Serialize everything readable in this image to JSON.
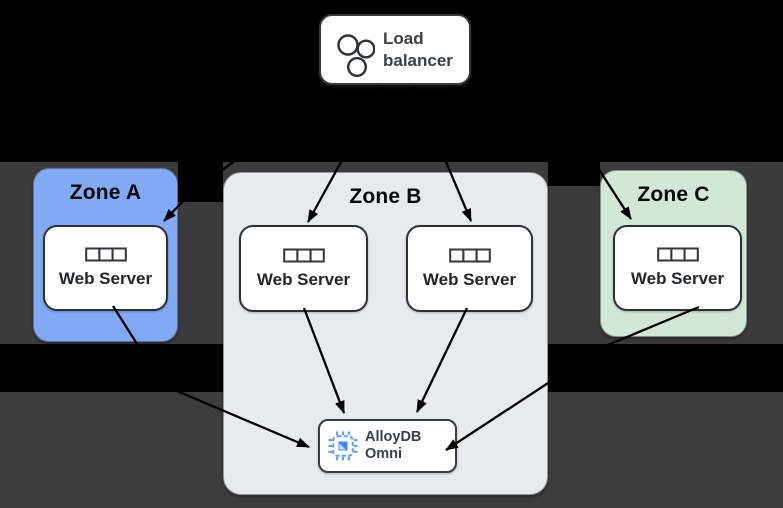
{
  "load_balancer": {
    "label": "Load balancer",
    "icon": "load-balancer-circles-icon"
  },
  "zones": [
    {
      "label": "Zone A",
      "fill": "#82aaf4",
      "servers": [
        "Web Server"
      ]
    },
    {
      "label": "Zone B",
      "fill": "#e8eaed",
      "servers": [
        "Web Server",
        "Web Server"
      ],
      "database": {
        "label": "AlloyDB Omni",
        "icon": "alloydb-chip-icon",
        "icon_color": "#4285f4"
      }
    },
    {
      "label": "Zone C",
      "fill": "#d2e8d6",
      "servers": [
        "Web Server"
      ]
    }
  ],
  "edges": [
    {
      "from": "load-balancer",
      "to": "zone-a-web-server"
    },
    {
      "from": "load-balancer",
      "to": "zone-b-web-server-1"
    },
    {
      "from": "load-balancer",
      "to": "zone-b-web-server-2"
    },
    {
      "from": "load-balancer",
      "to": "zone-c-web-server"
    },
    {
      "from": "zone-a-web-server",
      "to": "alloydb-omni"
    },
    {
      "from": "zone-b-web-server-1",
      "to": "alloydb-omni"
    },
    {
      "from": "zone-b-web-server-2",
      "to": "alloydb-omni"
    },
    {
      "from": "zone-c-web-server",
      "to": "alloydb-omni"
    }
  ],
  "colors": {
    "page_background": "#000000",
    "band_gray": "#3b3b3b",
    "arrow": "#000000",
    "card_border": "#2f3235",
    "text_dark": "#3c4043"
  },
  "server_icon": "server-strip-icon"
}
